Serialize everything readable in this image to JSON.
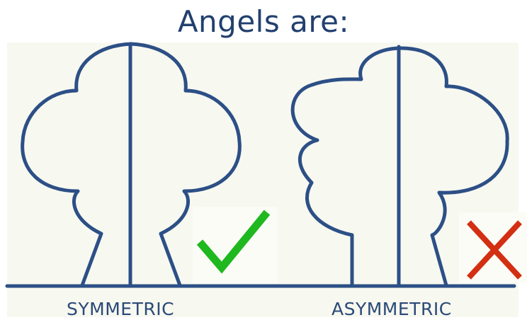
{
  "title": "Angels are:",
  "labels": {
    "symmetric": "SYMMETRIC",
    "asymmetric": "ASYMMETRIC"
  },
  "icons": {
    "correct": "check-mark-icon",
    "incorrect": "x-mark-icon"
  },
  "colors": {
    "outline": "#2c4f86",
    "title": "#22406f",
    "check": "#1fb81f",
    "cross": "#d32f12",
    "panel": "#f7f8f0"
  }
}
